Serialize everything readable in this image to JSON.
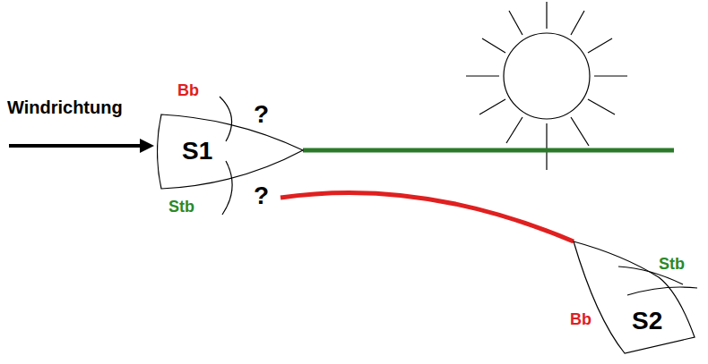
{
  "diagram": {
    "nodes": [
      {
        "text": [
          "S1"
        ]
      },
      {
        "text": [
          "S2"
        ]
      }
    ],
    "labels": [
      "Windrichtung",
      "Bb",
      "?",
      "Stb",
      "?",
      "Stb",
      "Bb"
    ]
  }
}
